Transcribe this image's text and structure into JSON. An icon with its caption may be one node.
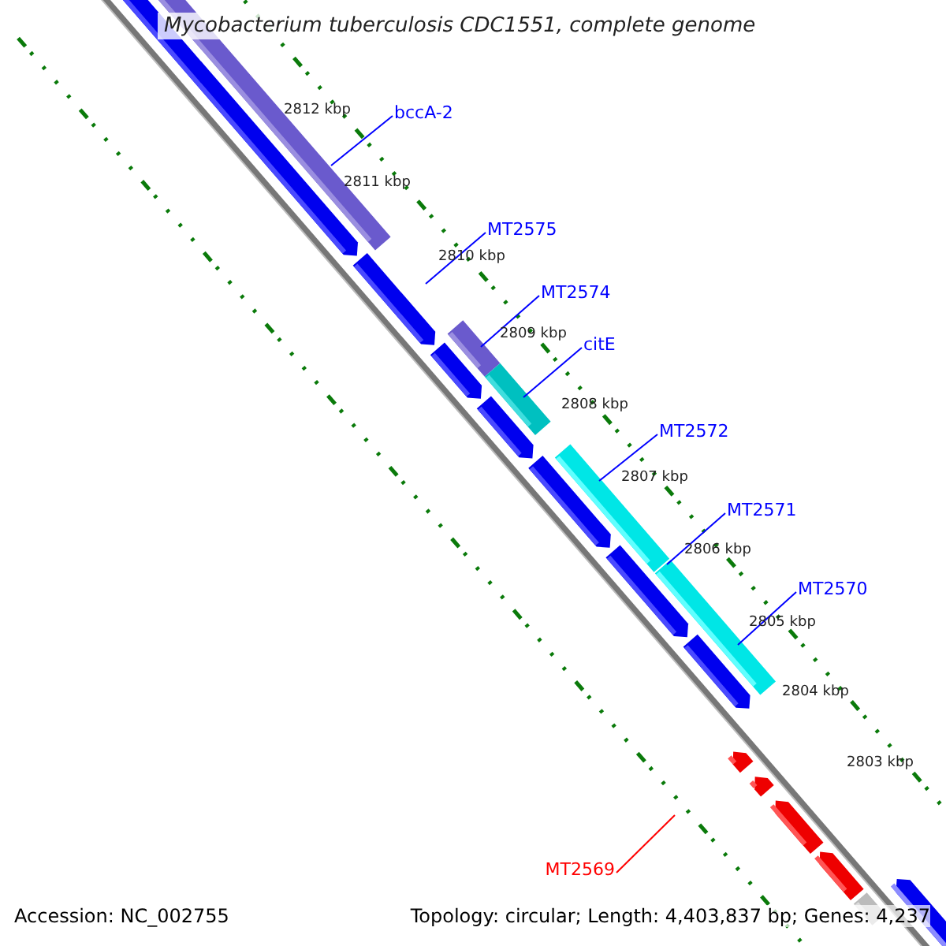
{
  "diagram": {
    "title": "Mycobacterium tuberculosis CDC1551, complete genome",
    "nodes": [
      {
        "text": [
          "bccA-2"
        ]
      },
      {
        "text": [
          "MT2575"
        ]
      },
      {
        "text": [
          "MT2574"
        ]
      },
      {
        "text": [
          "citE"
        ]
      },
      {
        "text": [
          "MT2572"
        ]
      },
      {
        "text": [
          "MT2571"
        ]
      },
      {
        "text": [
          "MT2570"
        ]
      },
      {
        "text": [
          "MT2569"
        ]
      }
    ],
    "edges": [
      {
        "from": 0,
        "to": null,
        "arrow": "none"
      },
      {
        "from": 1,
        "to": null,
        "arrow": "none"
      },
      {
        "from": 2,
        "to": null,
        "arrow": "none"
      },
      {
        "from": 3,
        "to": null,
        "arrow": "none"
      },
      {
        "from": 4,
        "to": null,
        "arrow": "none"
      },
      {
        "from": 5,
        "to": null,
        "arrow": "none"
      },
      {
        "from": 6,
        "to": null,
        "arrow": "none"
      },
      {
        "from": 7,
        "to": null,
        "arrow": "none",
        "color": "#ff0000"
      }
    ],
    "labels": [
      "2812 kbp",
      "2811 kbp",
      "2810 kbp",
      "2809 kbp",
      "2808 kbp",
      "2807 kbp",
      "2806 kbp",
      "2805 kbp",
      "2804 kbp",
      "2803 kbp",
      "Accession: NC_002755",
      "Topology: circular; Length: 4,403,837 bp; Genes: 4,237"
    ]
  }
}
